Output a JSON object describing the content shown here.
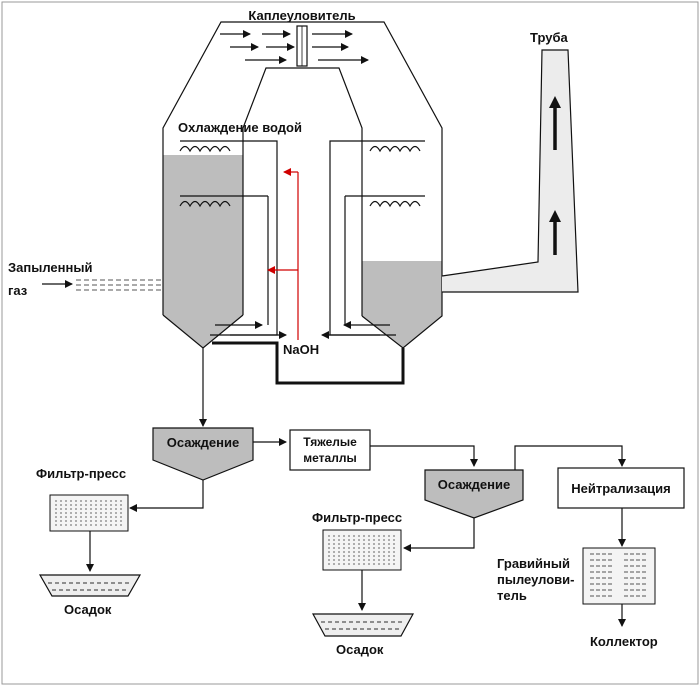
{
  "labels": {
    "droplet_catcher": "Каплеуловитель",
    "stack": "Труба",
    "water_cooling": "Охлаждение водой",
    "dusty_gas_line1": "Запыленный",
    "dusty_gas_line2": "газ",
    "naoh": "NaOH",
    "settling_1": "Осаждение",
    "heavy_metals_line1": "Тяжелые",
    "heavy_metals_line2": "металлы",
    "settling_2": "Осаждение",
    "neutralization": "Нейтрализация",
    "filter_press_1": "Фильтр-пресс",
    "sediment_1": "Осадок",
    "filter_press_2": "Фильтр-пресс",
    "sediment_2": "Осадок",
    "gravel_line1": "Гравийный",
    "gravel_line2": "пылеулови-",
    "gravel_line3": "тель",
    "collector": "Коллектор"
  },
  "colors": {
    "fill_gray": "#bdbdbd",
    "reagent_line": "#d00000",
    "stack_fill": "#ececec"
  }
}
